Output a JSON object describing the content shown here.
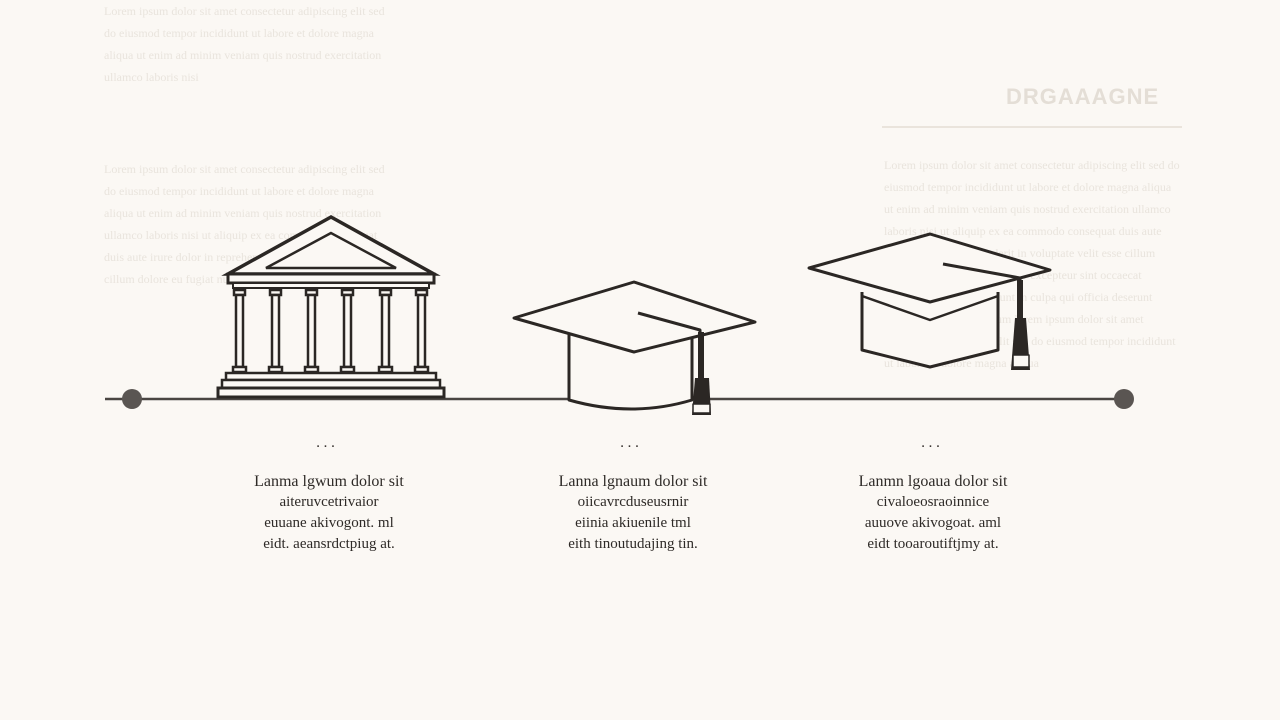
{
  "background_text": {
    "left_top": "Lorem ipsum dolor sit amet consectetur adipiscing elit sed do eiusmod tempor incididunt ut labore et dolore magna aliqua ut enim ad minim veniam quis nostrud exercitation ullamco laboris nisi",
    "left_middle": "Lorem ipsum dolor sit amet consectetur adipiscing elit sed do eiusmod tempor incididunt ut labore et dolore magna aliqua ut enim ad minim veniam quis nostrud exercitation ullamco laboris nisi ut aliquip ex ea commodo consequat duis aute irure dolor in reprehenderit in voluptate velit esse cillum dolore eu fugiat nulla pariatur",
    "right_heading": "DRGAAAGNE",
    "right_body": "Lorem ipsum dolor sit amet consectetur adipiscing elit sed do eiusmod tempor incididunt ut labore et dolore magna aliqua ut enim ad minim veniam quis nostrud exercitation ullamco laboris nisi ut aliquip ex ea commodo consequat duis aute irure dolor in reprehenderit in voluptate velit esse cillum dolore eu fugiat nulla pariatur excepteur sint occaecat cupidatat non proident sunt in culpa qui officia deserunt mollit anim id est laborum lorem ipsum dolor sit amet consectetur adipiscing elit sed do eiusmod tempor incididunt ut labore et dolore magna aliqua"
  },
  "timeline": {
    "line_color": "#4a4542",
    "stages": [
      {
        "icon": "bank-building-icon",
        "dots": "...",
        "lines": [
          "Lanma lgwum dolor sit",
          "aiteruvcetrivaior",
          "euuane akivogont. ml",
          "eidt. aeansrdctpiug at."
        ]
      },
      {
        "icon": "graduation-cap-icon",
        "dots": "...",
        "lines": [
          "Lanna lgnaum dolor sit",
          "oiicavrcduseusrnir",
          "eiinia akiuenile tml",
          "eith tinoutudajing tin."
        ]
      },
      {
        "icon": "graduation-cap-icon",
        "dots": "...",
        "lines": [
          "Lanmn lgoaua dolor sit",
          "civaloeosraoinnice",
          "auuove akivogoat. aml",
          "eidt tooaroutiftjmy at."
        ]
      }
    ]
  }
}
